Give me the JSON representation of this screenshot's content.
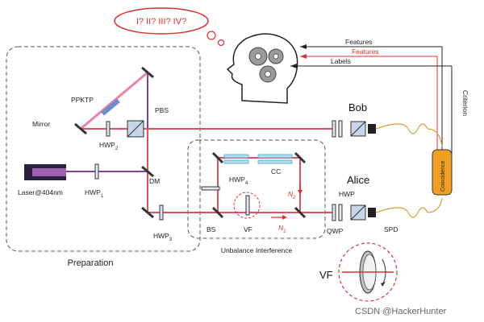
{
  "thought_bubble": {
    "text": "I? II? III? IV?",
    "color": "#e03030"
  },
  "arrows": {
    "features_black": "Features",
    "features_red": "Features",
    "labels": "Labels",
    "criterion": "Criterion"
  },
  "labels": {
    "ppktp": "PPKTP",
    "mirror": "Mirror",
    "pbs": "PBS",
    "hwp2": "HWP",
    "hwp2_sub": "2",
    "dm": "DM",
    "laser": "Laser@404nm",
    "hwp1": "HWP",
    "hwp1_sub": "1",
    "hwp3": "HWP",
    "hwp3_sub": "3",
    "hwp4": "HWP",
    "hwp4_sub": "4",
    "cc": "CC",
    "bs": "BS",
    "vf": "VF",
    "n1": "N",
    "n1_sub": "1",
    "n2": "N",
    "n2_sub": "2",
    "hwp": "HWP",
    "qwp": "QWP",
    "spd": "SPD",
    "bob": "Bob",
    "alice": "Alice",
    "coincidence": "Coincidence",
    "preparation": "Preparation",
    "unbalance": "Unbalance Interference",
    "vf_large": "VF",
    "watermark": "CSDN @HackerHunter"
  },
  "colors": {
    "beam_red": "#e05060",
    "beam_purple": "#8040a0",
    "accent_red": "#e03030",
    "coincidence_fill": "#f0a020",
    "fiber": "#e0a030"
  },
  "icons": [
    "head-with-gears-icon",
    "thought-cloud-icon",
    "laser-icon",
    "detector-icon"
  ]
}
